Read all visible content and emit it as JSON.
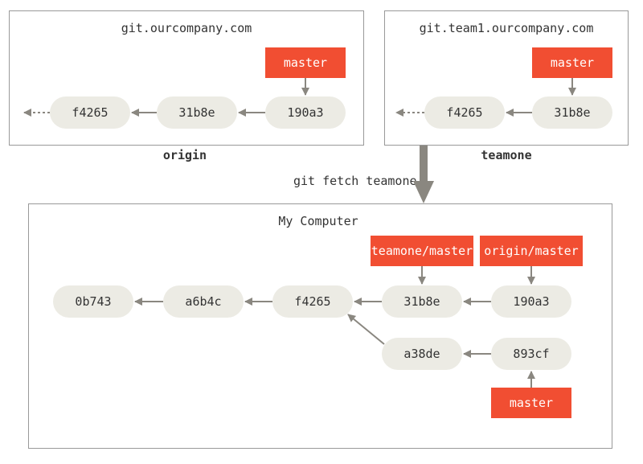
{
  "servers": {
    "origin": {
      "host": "git.ourcompany.com",
      "caption": "origin",
      "ref": "master",
      "commits": [
        "f4265",
        "31b8e",
        "190a3"
      ]
    },
    "teamone": {
      "host": "git.team1.ourcompany.com",
      "caption": "teamone",
      "ref": "master",
      "commits": [
        "f4265",
        "31b8e"
      ]
    }
  },
  "fetch": {
    "command": "git fetch teamone"
  },
  "local": {
    "title": "My Computer",
    "commits": [
      "0b743",
      "a6b4c",
      "f4265",
      "31b8e",
      "190a3",
      "a38de",
      "893cf"
    ],
    "refs": {
      "teamone_master": "teamone/master",
      "origin_master": "origin/master",
      "master": "master"
    }
  },
  "colors": {
    "ref_bg": "#f14e32",
    "commit_bg": "#ecebe4",
    "arrow": "#8a8780",
    "border": "#999999"
  }
}
